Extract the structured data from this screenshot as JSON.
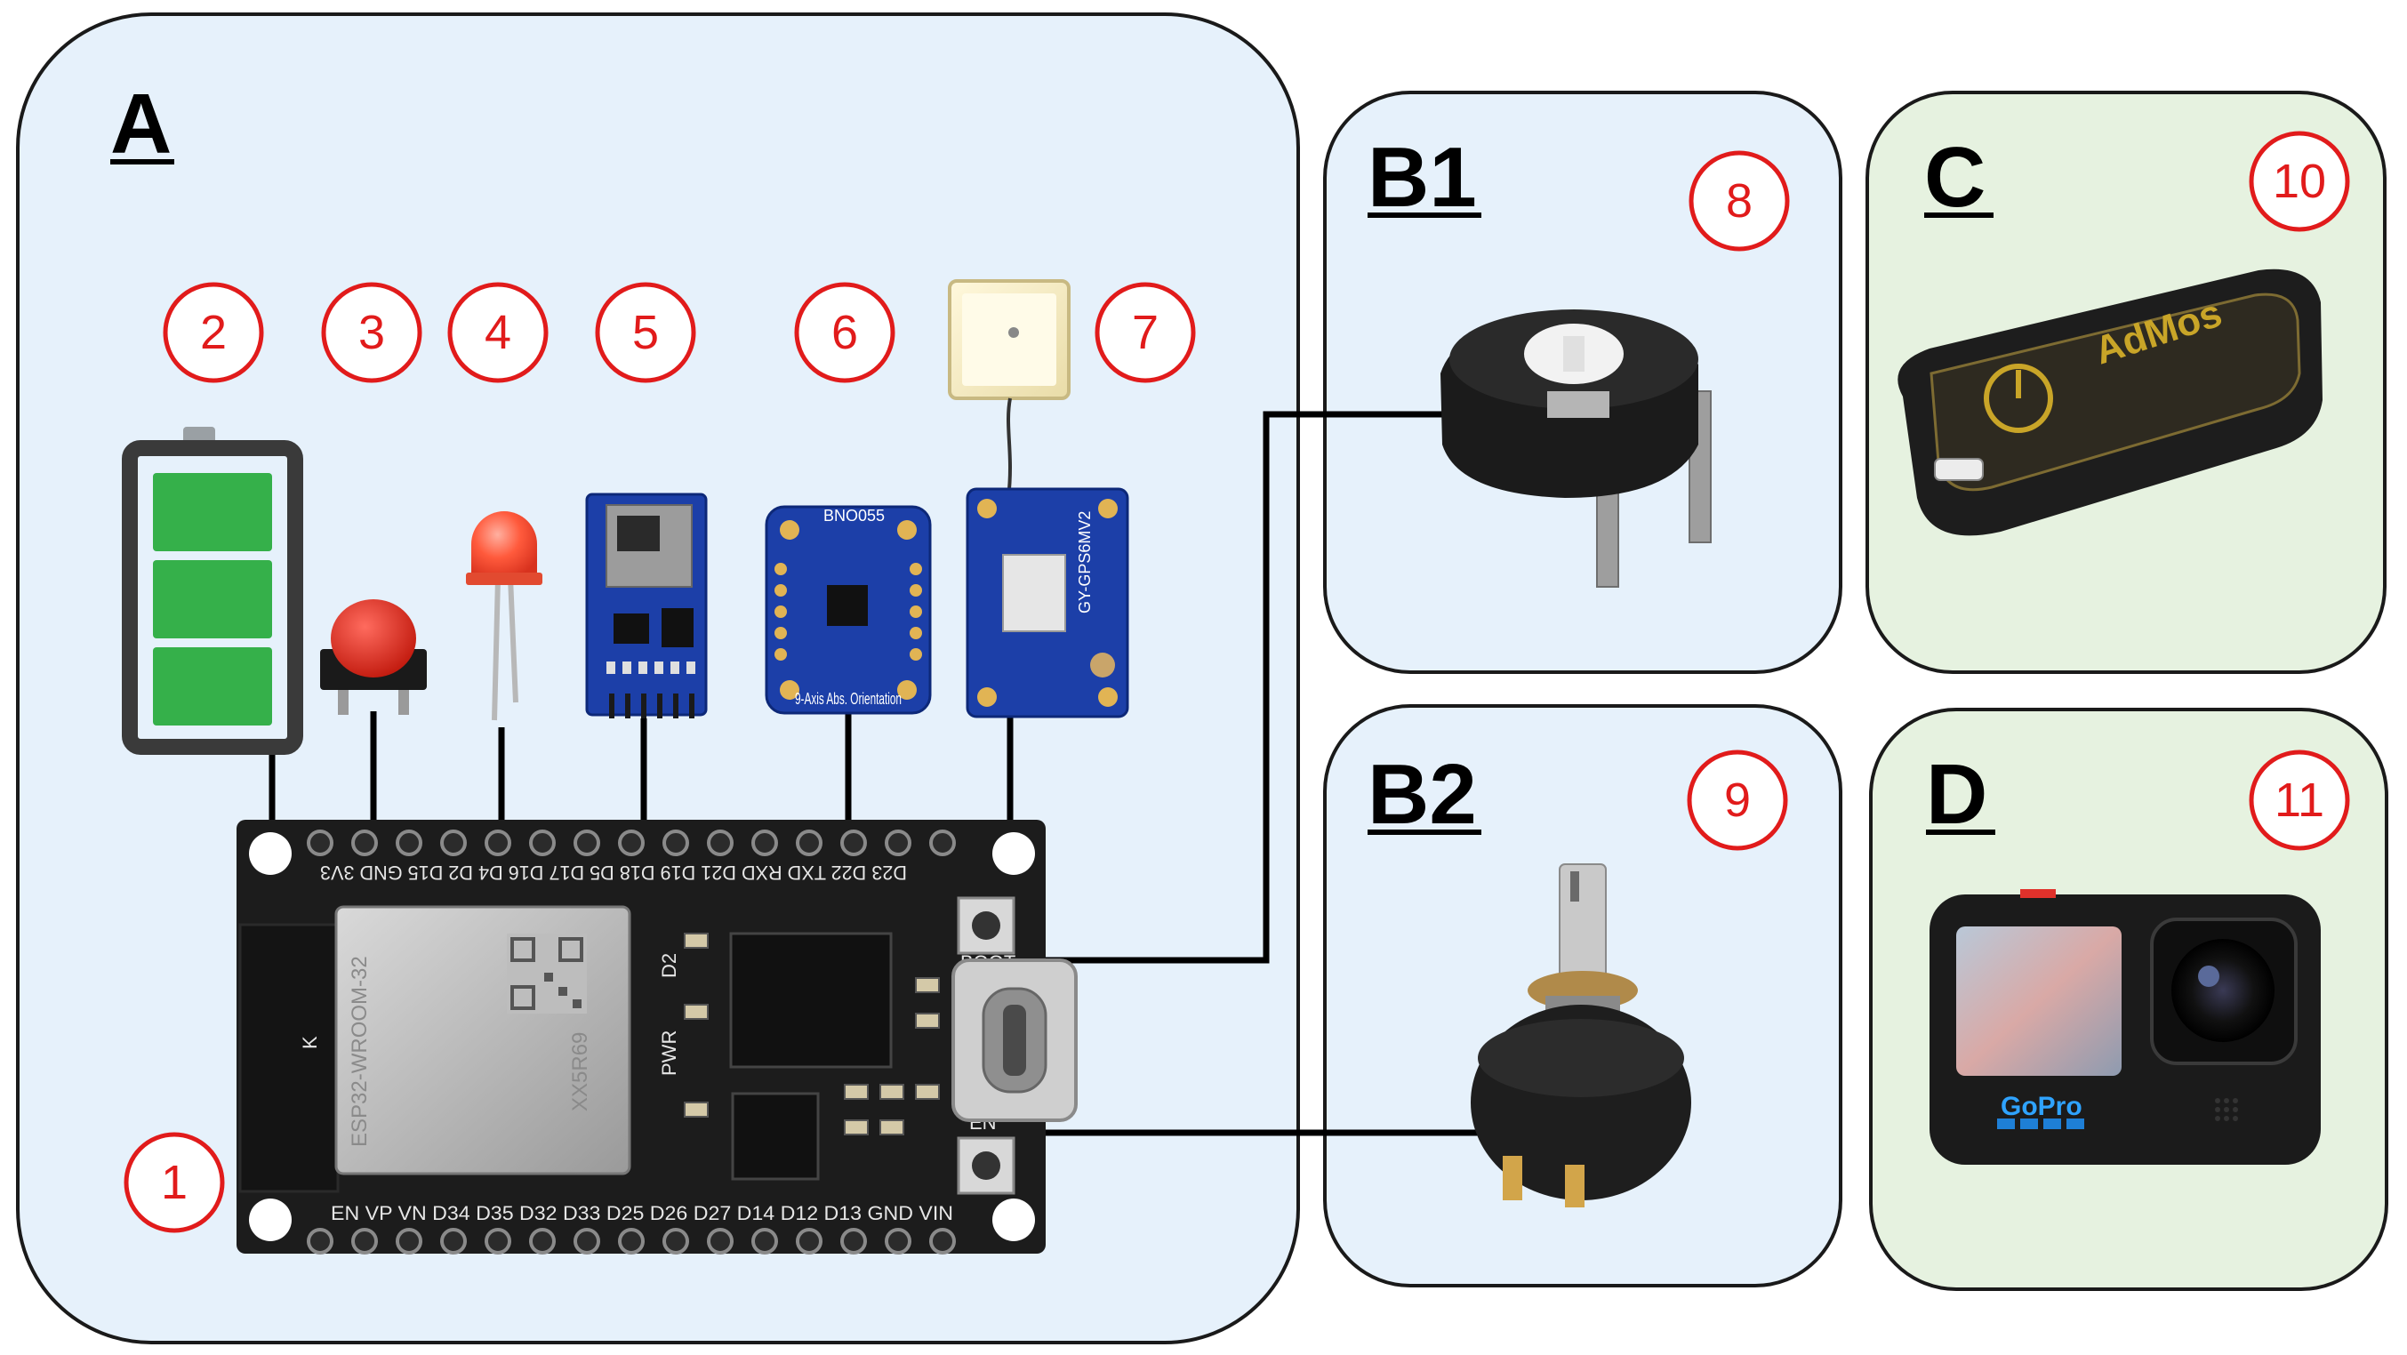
{
  "panels": {
    "A": {
      "label": "A"
    },
    "B1": {
      "label": "B1"
    },
    "B2": {
      "label": "B2"
    },
    "C": {
      "label": "C"
    },
    "D": {
      "label": "D"
    }
  },
  "markers": {
    "m1": "1",
    "m2": "2",
    "m3": "3",
    "m4": "4",
    "m5": "5",
    "m6": "6",
    "m7": "7",
    "m8": "8",
    "m9": "9",
    "m10": "10",
    "m11": "11"
  },
  "board": {
    "module_text": "ESP32-WROOM-32",
    "module_code": "XX5R69",
    "top_pins": "D23 D22 TXD RXD D21 D19 D18 D5 D17 D16 D4 D2 D15 GND 3V3",
    "bottom_pins": "EN VP VN D34 D35 D32 D33 D25 D26 D27 D14 D12 D13 GND VIN",
    "pwr_label": "PWR",
    "d2_label": "D2",
    "boot_label": "BOOT",
    "en_label": "EN",
    "k_label": "K"
  },
  "components": {
    "imu_label": "BNO055",
    "imu_sub": "9-Axis Abs. Orientation",
    "gps_label": "GY-GPS6MV2",
    "admos_label": "AdMos",
    "gopro_label": "GoPro"
  },
  "colors": {
    "panel_blue": "#e6f1fb",
    "panel_green": "#e6f2e0",
    "marker_red": "#e11b1b",
    "battery_green": "#35b04a",
    "board_black": "#1c1c1c"
  }
}
